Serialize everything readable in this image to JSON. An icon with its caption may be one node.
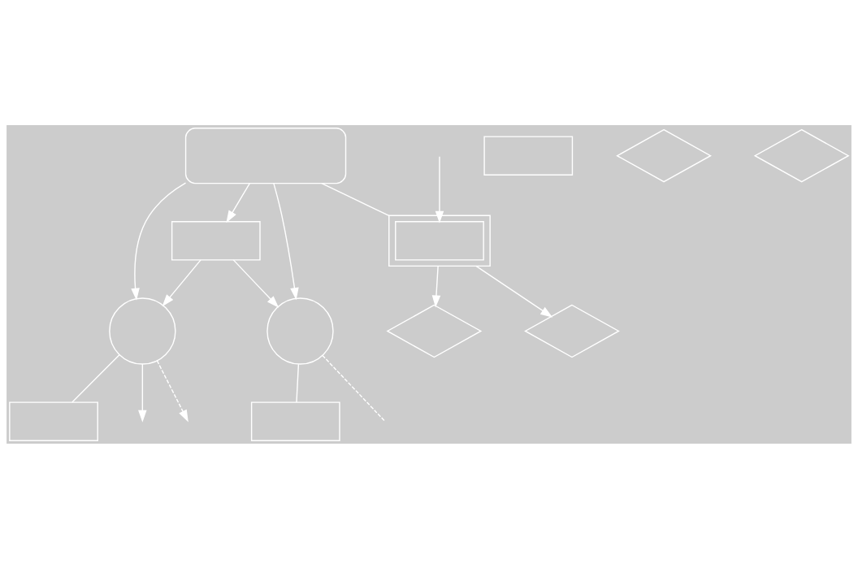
{
  "diagram": {
    "nodes": [
      {
        "text": [],
        "shape": "box"
      },
      {
        "text": [],
        "shape": "box"
      },
      {
        "text": [],
        "shape": "circle"
      },
      {
        "text": [],
        "shape": "diamond"
      },
      {
        "text": [],
        "shape": "diamond"
      },
      {
        "text": [],
        "shape": "box"
      },
      {
        "text": [],
        "shape": "stadium"
      },
      {
        "text": [],
        "shape": "box"
      },
      {
        "text": [],
        "shape": "box",
        "in": 7
      },
      {
        "text": [],
        "shape": "circle"
      },
      {
        "text": [],
        "shape": "diamond"
      },
      {
        "text": [],
        "shape": "diamond"
      },
      {
        "text": [],
        "shape": "box"
      }
    ],
    "edges": [
      {
        "from": 6,
        "to": 2,
        "arrow": "to"
      },
      {
        "from": 6,
        "to": 9,
        "arrow": "to"
      },
      {
        "from": 6,
        "to": 5,
        "arrow": "to"
      },
      {
        "from": 6,
        "to": 7,
        "arrow": "none"
      },
      {
        "from": 7,
        "to": 3,
        "arrow": "to"
      },
      {
        "from": 7,
        "to": 10,
        "arrow": "to"
      },
      {
        "from": 2,
        "to": null,
        "arrow": "to",
        "style": "dashed"
      },
      {
        "from": 2,
        "to": 0,
        "arrow": "none"
      },
      {
        "from": 9,
        "to": 12,
        "arrow": "none"
      },
      {
        "from": 5,
        "to": 2,
        "arrow": "to"
      },
      {
        "from": 5,
        "to": 9,
        "arrow": "to"
      },
      {
        "from": 2,
        "to": null,
        "arrow": "to"
      },
      {
        "from": 9,
        "to": null,
        "arrow": "none",
        "style": "dashed"
      },
      {
        "from": null,
        "to": 8,
        "arrow": "to"
      }
    ]
  }
}
